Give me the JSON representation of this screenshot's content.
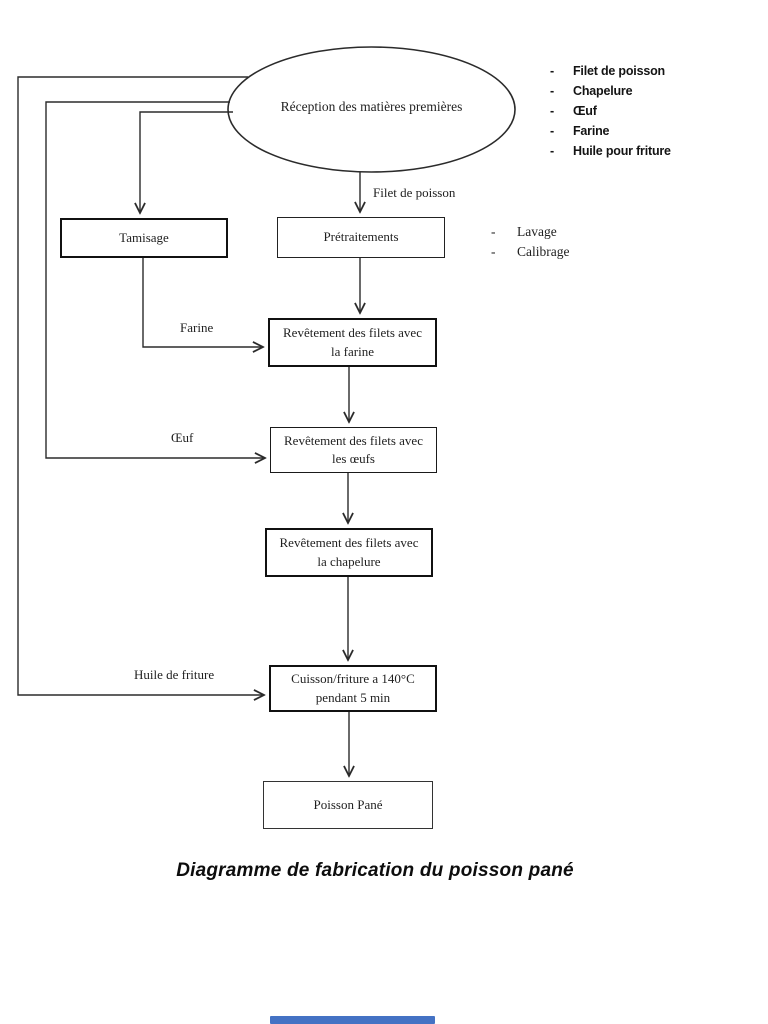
{
  "bullet": "-",
  "ellipse": {
    "label": "Réception des matières premières"
  },
  "ingredients": {
    "items": [
      "Filet de poisson",
      "Chapelure",
      "Œuf",
      "Farine",
      "Huile pour friture"
    ]
  },
  "pretreatment_notes": {
    "items": [
      "Lavage",
      "Calibrage"
    ]
  },
  "boxes": {
    "tamisage": "Tamisage",
    "pretraitements": "Prétraitements",
    "farine": "Revêtement des filets avec\nla farine",
    "oeufs": "Revêtement des filets avec\nles œufs",
    "chapelure": "Revêtement des filets avec\nla chapelure",
    "cuisson": "Cuisson/friture a 140°C\npendant 5 min",
    "poisson": "Poisson Pané"
  },
  "edge_labels": {
    "filet": "Filet de poisson",
    "farine": "Farine",
    "oeuf": "Œuf",
    "huile": "Huile de friture"
  },
  "caption": "Diagramme de fabrication du poisson pané",
  "colors": {
    "line": "#2b2b2b",
    "scrollbar": "#4472c4"
  }
}
